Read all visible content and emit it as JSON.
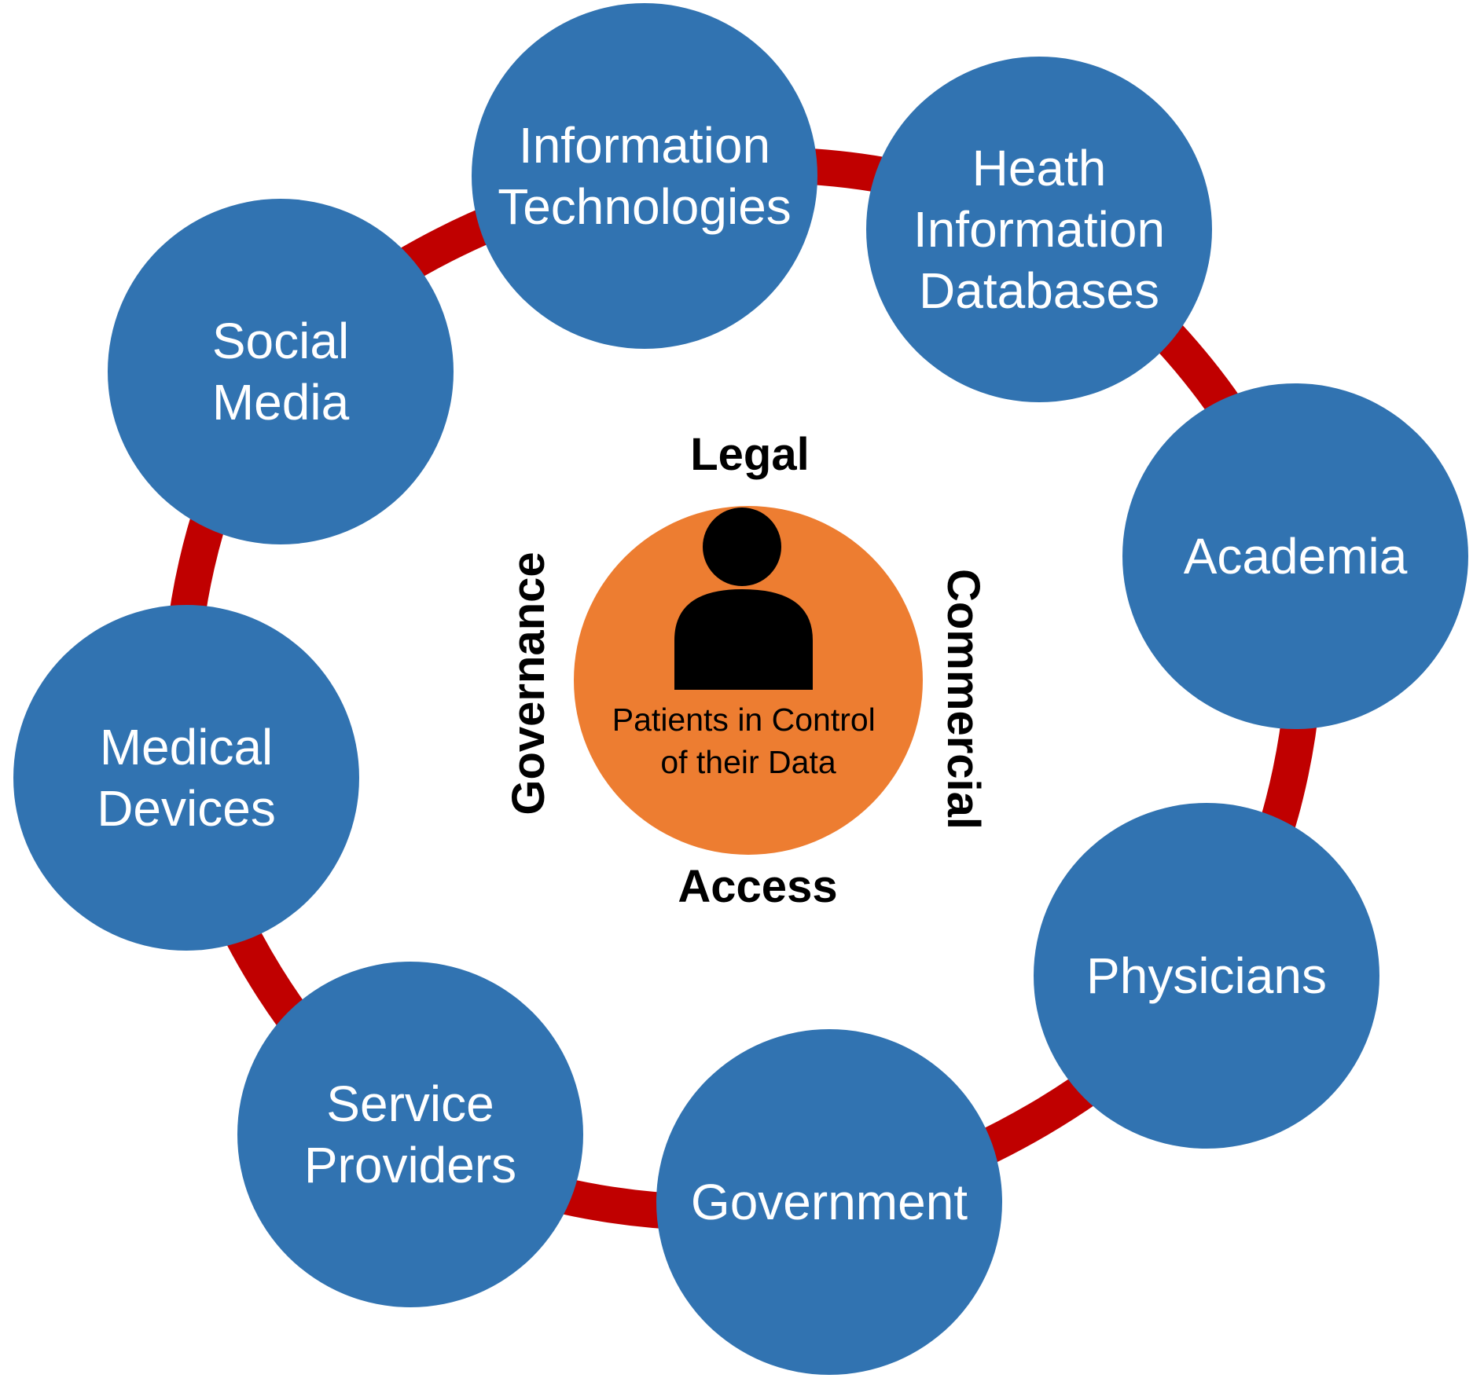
{
  "colors": {
    "node_fill": "#3173b1",
    "ring": "#c00000",
    "center_fill": "#ed7d31",
    "person": "#000000"
  },
  "center": {
    "icon": "person-icon",
    "label_lines": [
      "Patients in Control",
      "of their Data"
    ]
  },
  "aspects": {
    "top": "Legal",
    "bottom": "Access",
    "left": "Governance",
    "right": "Commercial"
  },
  "nodes": [
    {
      "id": "information-technologies",
      "lines": [
        "Information",
        "Technologies"
      ]
    },
    {
      "id": "health-information-databases",
      "lines": [
        "Heath",
        "Information",
        "Databases"
      ]
    },
    {
      "id": "academia",
      "lines": [
        "Academia"
      ]
    },
    {
      "id": "physicians",
      "lines": [
        "Physicians"
      ]
    },
    {
      "id": "government",
      "lines": [
        "Government"
      ]
    },
    {
      "id": "service-providers",
      "lines": [
        "Service",
        "Providers"
      ]
    },
    {
      "id": "medical-devices",
      "lines": [
        "Medical",
        "Devices"
      ]
    },
    {
      "id": "social-media",
      "lines": [
        "Social",
        "Media"
      ]
    }
  ]
}
